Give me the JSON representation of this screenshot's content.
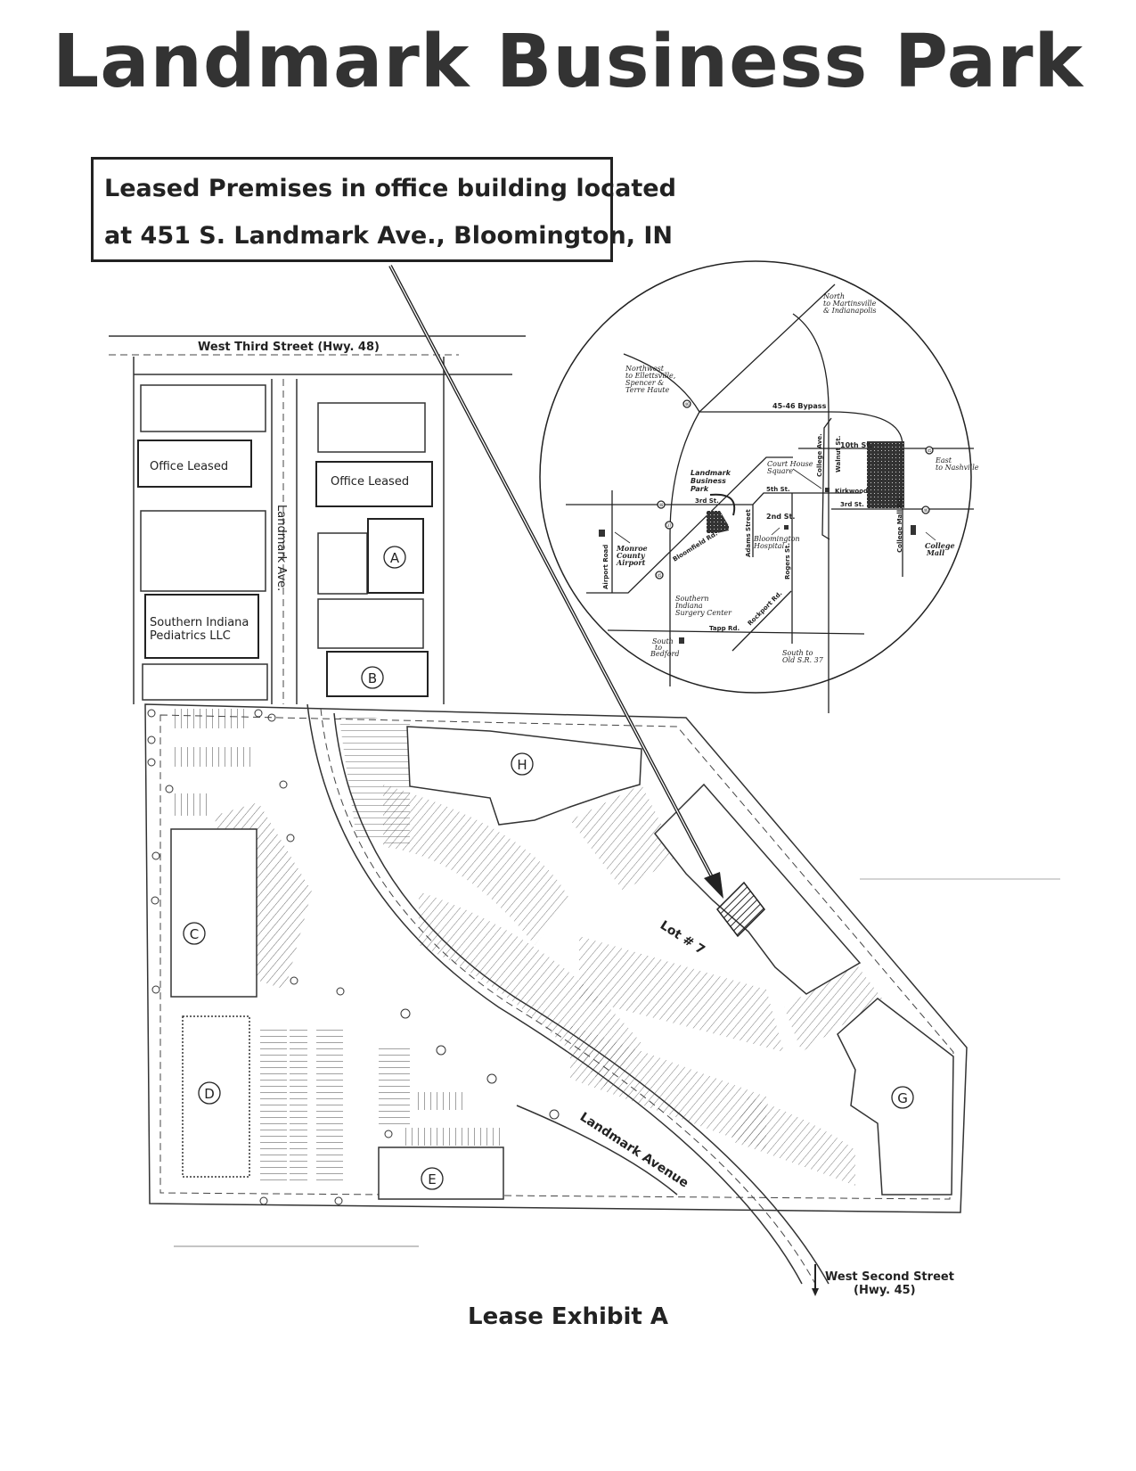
{
  "title": "Landmark Business Park",
  "callout": {
    "line1": "Leased Premises in office building located",
    "line2": "at 451 S. Landmark Ave., Bloomington, IN"
  },
  "site_plan": {
    "streets": {
      "west_third": "West Third Street (Hwy. 48)",
      "landmark_ave_vertical": "Landmark Ave.",
      "landmark_avenue": "Landmark Avenue",
      "west_second_line1": "West Second Street",
      "west_second_line2": "(Hwy. 45)"
    },
    "tenants": {
      "office_leased_left": "Office Leased",
      "office_leased_right": "Office Leased",
      "pediatrics_line1": "Southern Indiana",
      "pediatrics_line2": "Pediatrics LLC"
    },
    "buildings": [
      "A",
      "B",
      "C",
      "D",
      "E",
      "G",
      "H"
    ],
    "lot": "Lot # 7"
  },
  "inset_map": {
    "north_1": "North",
    "north_2": "to Martinsville",
    "north_3": "& Indianapolis",
    "nw_1": "Northwest",
    "nw_2": "to Ellettsville,",
    "nw_3": "Spencer &",
    "nw_4": "Terre Haute",
    "bypass": "45-46 Bypass",
    "tenth": "10th St.",
    "college_ave": "College Ave.",
    "walnut": "Walnut St.",
    "courthouse_1": "Court House",
    "courthouse_2": "Square",
    "kirkwood": "Kirkwood",
    "fifth": "5th St.",
    "third_west": "3rd St.",
    "third_east": "3rd St.",
    "second": "2nd St.",
    "landmark_1": "Landmark",
    "landmark_2": "Business",
    "landmark_3": "Park",
    "adams": "Adams Street",
    "hospital_1": "Bloomington",
    "hospital_2": "Hospital",
    "rogers": "Rogers St.",
    "airport_1": "Monroe",
    "airport_2": "County",
    "airport_3": "Airport",
    "airport_road": "Airport Road",
    "bloomfield": "Bloomfield Rd.",
    "surgery_1": "Southern",
    "surgery_2": "Indiana",
    "surgery_3": "Surgery Center",
    "tapp": "Tapp Rd.",
    "rockport": "Rockport Rd.",
    "south_bedford_1": "South",
    "south_bedford_2": "to",
    "south_bedford_3": "Bedford",
    "college_mall_rd": "College Mall Rd.",
    "college_mall_1": "College",
    "college_mall_2": "Mall",
    "east_1": "East",
    "east_2": "to Nashville",
    "south_37_1": "South to",
    "south_37_2": "Old S.R. 37",
    "shields": [
      "46",
      "37",
      "48",
      "45",
      "46",
      "45"
    ]
  },
  "footer": "Lease Exhibit A"
}
